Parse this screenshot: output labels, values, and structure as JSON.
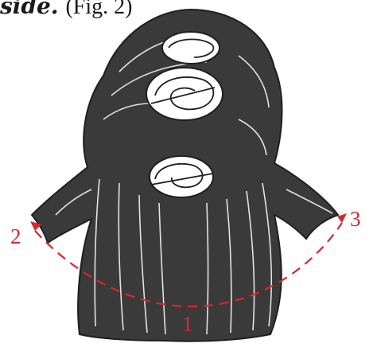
{
  "caption": {
    "bold_text": "side.",
    "ref_text": "(Fig. 2)"
  },
  "markers": [
    {
      "label": "1"
    },
    {
      "label": "2"
    },
    {
      "label": "3"
    }
  ],
  "colors": {
    "ink": "#1f1f1f",
    "marker_red": "#d8262e",
    "paper": "#ffffff"
  },
  "icons": [
    "hair-illustration",
    "dashed-arc-arrow"
  ]
}
